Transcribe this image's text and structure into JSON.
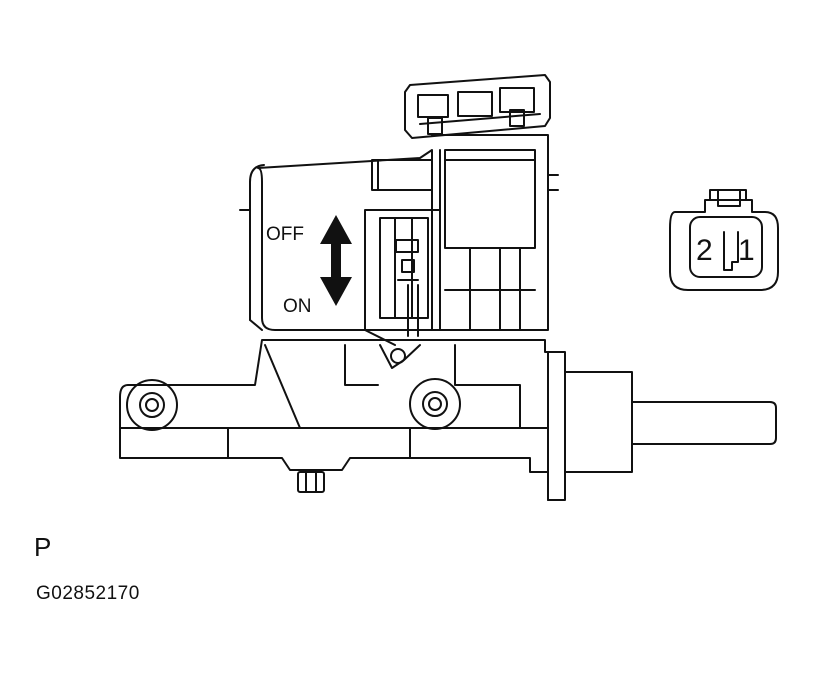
{
  "labels": {
    "off": "OFF",
    "on": "ON",
    "terminal_left": "2",
    "terminal_right": "1",
    "view": "P",
    "figure_code": "G02852170"
  },
  "colors": {
    "line": "#111111",
    "background": "#ffffff"
  },
  "icons": {
    "switch_direction": "double-arrow-vertical-icon",
    "connector": "connector-front-icon"
  }
}
